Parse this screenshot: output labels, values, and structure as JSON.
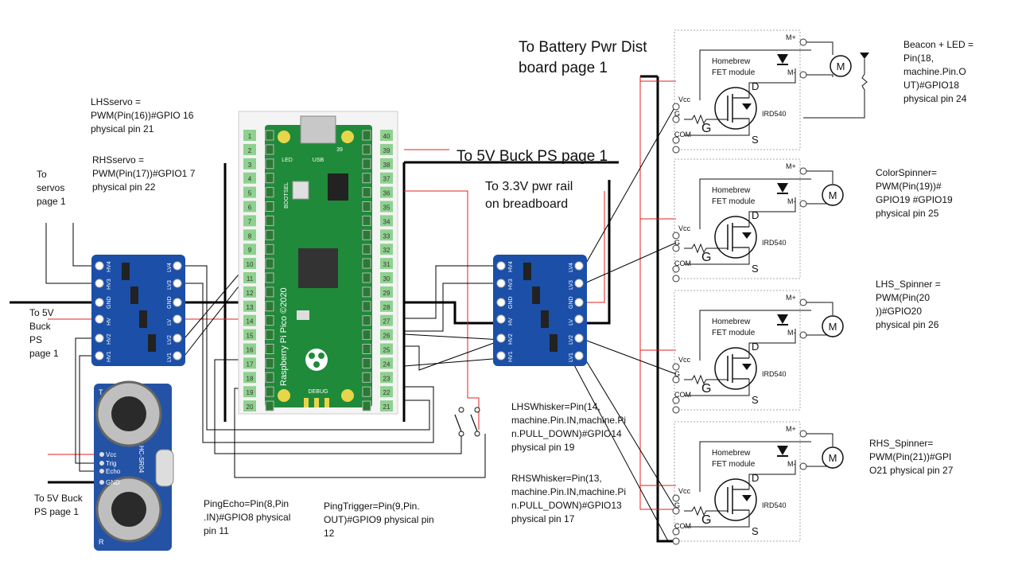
{
  "labels": {
    "battery": "To Battery Pwr Dist board page 1",
    "buck_top": "To 5V Buck PS page 1",
    "rail33": "To 3.3V pwr rail on breadboard",
    "lhs_servo": "LHSservo = PWM(Pin(16))#GPIO 16 physical pin 21",
    "rhs_servo": "RHSservo = PWM(Pin(17))#GPIO1 7 physical pin 22",
    "to_servos": "To servos page 1",
    "to_buck_left": "To 5V Buck PS page 1",
    "to_buck_bottom": "To 5V Buck PS page 1",
    "ping_echo": "PingEcho=Pin(8,Pin .IN)#GPIO8 physical pin 11",
    "ping_trigger": "PingTrigger=Pin(9,Pin. OUT)#GPIO9 physical pin 12",
    "lhs_whisker": "LHSWhisker=Pin(14, machine.Pin.IN,machine.Pi n.PULL_DOWN)#GPIO14 physical pin 19",
    "rhs_whisker": "RHSWhisker=Pin(13, machine.Pin.IN,machine.Pi n.PULL_DOWN)#GPIO13 physical pin 17",
    "beacon": "Beacon + LED = Pin(18, machine.Pin.O UT)#GPIO18 physical pin 24",
    "color_spinner": "ColorSpinner= PWM(Pin(19))# GPIO19 #GPIO19 physical pin 25",
    "lhs_spinner": "LHS_Spinner = PWM(Pin(20 ))#GPIO20 physical pin 26",
    "rhs_spinner": "RHS_Spinner= PWM(Pin(21))#GPI O21 physical pin 27"
  },
  "pico": {
    "board_name": "Raspberry Pi Pico ©2020",
    "led": "LED",
    "usb": "USB",
    "bootsel": "BOOTSEL",
    "debug": "DEBUG",
    "pin_39": "39",
    "left_pins": [
      "1",
      "2",
      "3",
      "4",
      "5",
      "6",
      "7",
      "8",
      "9",
      "10",
      "11",
      "12",
      "13",
      "14",
      "15",
      "16",
      "17",
      "18",
      "19",
      "20"
    ],
    "right_pins": [
      "40",
      "39",
      "38",
      "37",
      "36",
      "35",
      "34",
      "33",
      "32",
      "31",
      "30",
      "29",
      "28",
      "27",
      "26",
      "25",
      "24",
      "23",
      "22",
      "21"
    ]
  },
  "fet_module": {
    "title1": "Homebrew",
    "title2": "FET module",
    "chip": "IRD540",
    "vcc": "Vcc",
    "g": "G",
    "com": "COM",
    "d": "D",
    "s": "S",
    "m_plus": "M+",
    "m_minus": "M-",
    "motor": "M"
  },
  "level_shifter": {
    "left": [
      "HV4",
      "HV3",
      "GND",
      "HV",
      "HV2",
      "HV1"
    ],
    "right": [
      "LV4",
      "LV3",
      "GND",
      "LV",
      "LV2",
      "LV1"
    ]
  },
  "sensor": {
    "vcc": "Vcc",
    "trig": "Trig",
    "echo": "Echo",
    "gnd": "GND",
    "model": "HC-SR04",
    "t": "T",
    "r": "R"
  },
  "colors": {
    "wire_black": "#000000",
    "wire_red": "#e02020",
    "wire_gray": "#555555",
    "pcb_green": "#1f8a3a",
    "pcb_blue": "#1b4fa8",
    "sensor_blue": "#2453a5",
    "pin_green": "#8fd18f",
    "gold": "#e8d64a",
    "module_border": "#aaaaaa"
  }
}
